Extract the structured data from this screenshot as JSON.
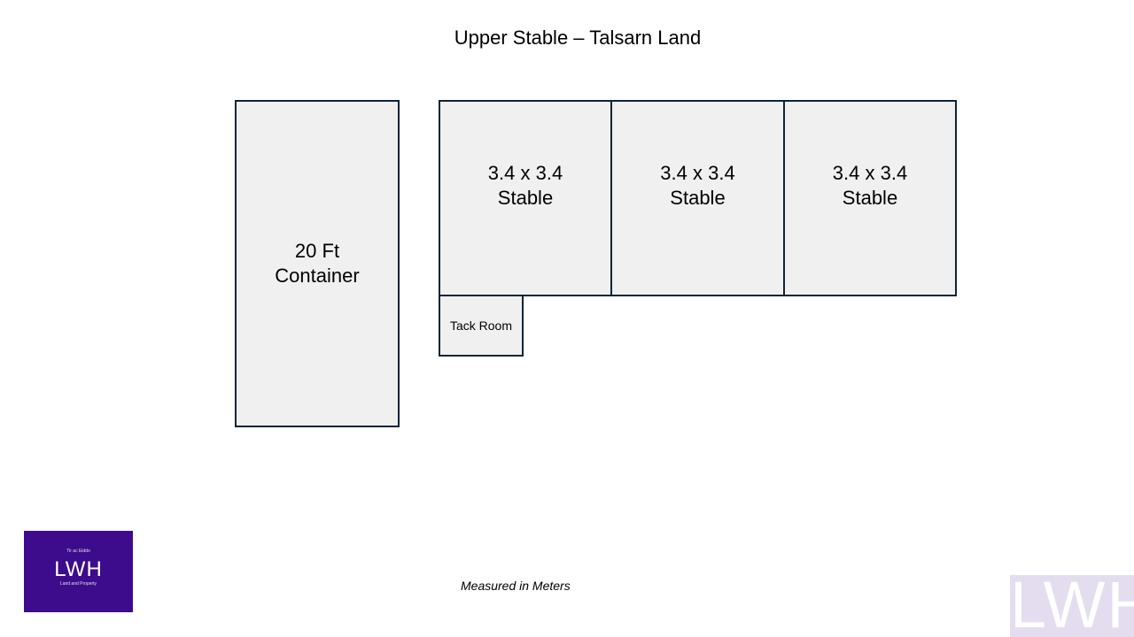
{
  "title": "Upper Stable – Talsarn Land",
  "rooms": {
    "container": "20 Ft\nContainer",
    "stable_1": "3.4 x 3.4\nStable",
    "stable_2": "3.4 x 3.4\nStable",
    "stable_3": "3.4 x 3.4\nStable",
    "tack_room": "Tack Room"
  },
  "footnote": "Measured in Meters",
  "logo": {
    "tagline": "Tir ac Eiddo",
    "mark": "LWH",
    "subtitle": "Land and Property",
    "background": "#3d0c8c"
  },
  "watermark": {
    "text": "LWH",
    "color": "#e3ddef"
  },
  "colors": {
    "room_fill": "#f0f0f0",
    "room_border": "#0e2438"
  }
}
